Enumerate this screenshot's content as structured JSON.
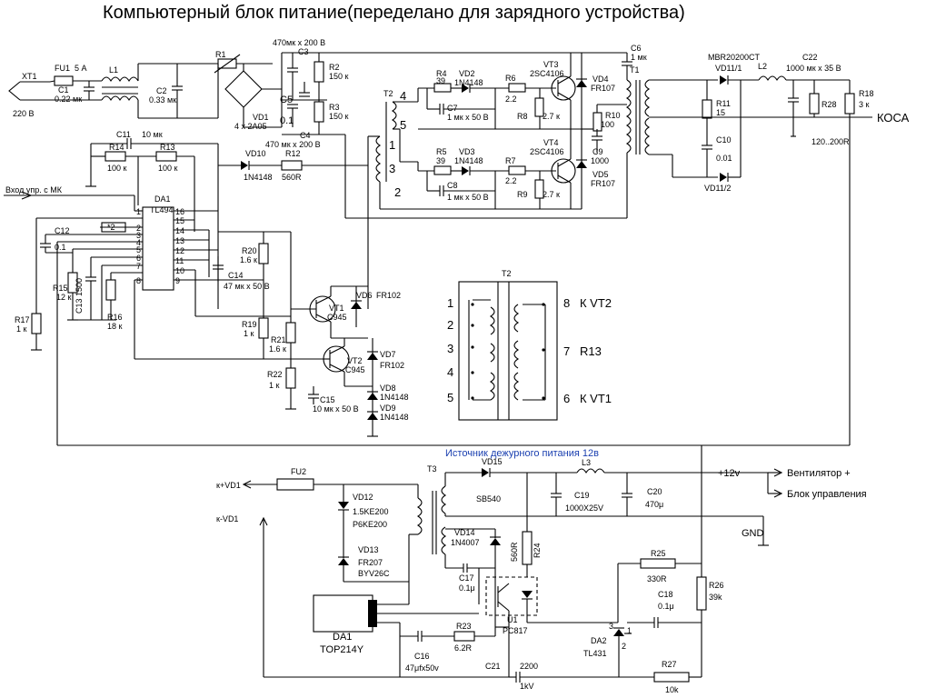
{
  "title": "Компьютерный блок питание(переделано для зарядного устройства)",
  "section_standby": "Источник дежурного питания 12в",
  "output_label": "КОСА",
  "input_label": "Вход упр. с МК",
  "rail_12v": "+12v",
  "fan_label": "Вентилятор +",
  "control_label": "Блок управления",
  "gnd_label": "GND",
  "kvd1_plus": "к+VD1",
  "kvd1_minus": "к-VD1",
  "mains": "220 В",
  "labels": [
    {
      "id": "xt1",
      "text": "XT1"
    },
    {
      "id": "fu1",
      "text": "FU1"
    },
    {
      "id": "fu1v",
      "text": "5 А"
    },
    {
      "id": "c1",
      "text": "C1"
    },
    {
      "id": "c1v",
      "text": "0.22 мк"
    },
    {
      "id": "l1",
      "text": "L1"
    },
    {
      "id": "c2",
      "text": "C2"
    },
    {
      "id": "c2v",
      "text": "0.33 мк"
    },
    {
      "id": "r1",
      "text": "R1"
    },
    {
      "id": "vd1",
      "text": "VD1"
    },
    {
      "id": "vd1v",
      "text": "4 x 2A05"
    },
    {
      "id": "c3top",
      "text": "470мк x 200 В"
    },
    {
      "id": "c3",
      "text": "C3"
    },
    {
      "id": "c5",
      "text": "C5"
    },
    {
      "id": "c5v",
      "text": "0.1"
    },
    {
      "id": "c4",
      "text": "C4"
    },
    {
      "id": "c4v",
      "text": "470 мк x 200 В"
    },
    {
      "id": "r2",
      "text": "R2"
    },
    {
      "id": "r2v",
      "text": "150 к"
    },
    {
      "id": "r3",
      "text": "R3"
    },
    {
      "id": "r3v",
      "text": "150 к"
    },
    {
      "id": "t2",
      "text": "T2"
    },
    {
      "id": "r4",
      "text": "R4"
    },
    {
      "id": "r4v",
      "text": "39"
    },
    {
      "id": "vd2",
      "text": "VD2"
    },
    {
      "id": "vd2v",
      "text": "1N4148"
    },
    {
      "id": "c7",
      "text": "C7"
    },
    {
      "id": "c7v",
      "text": "1 мк x 50 В"
    },
    {
      "id": "r6",
      "text": "R6"
    },
    {
      "id": "r6v",
      "text": "2.2"
    },
    {
      "id": "r8",
      "text": "R8"
    },
    {
      "id": "r8v",
      "text": "2.7 к"
    },
    {
      "id": "vt3",
      "text": "VT3"
    },
    {
      "id": "vt3v",
      "text": "2SC4106"
    },
    {
      "id": "vd4",
      "text": "VD4"
    },
    {
      "id": "vd4v",
      "text": "FR107"
    },
    {
      "id": "r5",
      "text": "R5"
    },
    {
      "id": "r5v",
      "text": "39"
    },
    {
      "id": "vd3",
      "text": "VD3"
    },
    {
      "id": "vd3v",
      "text": "1N4148"
    },
    {
      "id": "c8",
      "text": "C8"
    },
    {
      "id": "c8v",
      "text": "1 мк x 50 В"
    },
    {
      "id": "r7",
      "text": "R7"
    },
    {
      "id": "r7v",
      "text": "2.2"
    },
    {
      "id": "r9",
      "text": "R9"
    },
    {
      "id": "r9v",
      "text": "2.7 к"
    },
    {
      "id": "vt4",
      "text": "VT4"
    },
    {
      "id": "vt4v",
      "text": "2SC4106"
    },
    {
      "id": "vd5",
      "text": "VD5"
    },
    {
      "id": "vd5v",
      "text": "FR107"
    },
    {
      "id": "c6",
      "text": "C6"
    },
    {
      "id": "c6v",
      "text": "1 мк"
    },
    {
      "id": "t1",
      "text": "T1"
    },
    {
      "id": "r10",
      "text": "R10"
    },
    {
      "id": "r10v",
      "text": "100"
    },
    {
      "id": "c9",
      "text": "C9"
    },
    {
      "id": "c9v",
      "text": "1000"
    },
    {
      "id": "vd11top",
      "text": "MBR20200CT"
    },
    {
      "id": "vd11",
      "text": "VD11/1"
    },
    {
      "id": "vd11b",
      "text": "VD11/2"
    },
    {
      "id": "r11",
      "text": "R11"
    },
    {
      "id": "r11v",
      "text": "15"
    },
    {
      "id": "c10",
      "text": "C10"
    },
    {
      "id": "c10v",
      "text": "0.01"
    },
    {
      "id": "l2",
      "text": "L2"
    },
    {
      "id": "c22",
      "text": "C22"
    },
    {
      "id": "c22v",
      "text": "1000 мк x 35 В"
    },
    {
      "id": "r28",
      "text": "R28"
    },
    {
      "id": "r18",
      "text": "R18"
    },
    {
      "id": "r18v",
      "text": "3 к"
    },
    {
      "id": "r28v",
      "text": "120..200R"
    },
    {
      "id": "c11",
      "text": "C11"
    },
    {
      "id": "c11v",
      "text": "10 мк"
    },
    {
      "id": "r14",
      "text": "R14"
    },
    {
      "id": "r14v",
      "text": "100 к"
    },
    {
      "id": "r13",
      "text": "R13"
    },
    {
      "id": "r13v",
      "text": "100 к"
    },
    {
      "id": "vd10",
      "text": "VD10"
    },
    {
      "id": "vd10v",
      "text": "1N4148"
    },
    {
      "id": "r12",
      "text": "R12"
    },
    {
      "id": "r12v",
      "text": "560R"
    },
    {
      "id": "da1",
      "text": "DA1"
    },
    {
      "id": "da1v",
      "text": "TL494"
    },
    {
      "id": "c12",
      "text": "C12"
    },
    {
      "id": "c12v",
      "text": "0.1"
    },
    {
      "id": "star2",
      "text": "*2"
    },
    {
      "id": "r15",
      "text": "R15"
    },
    {
      "id": "r15v",
      "text": "12 к"
    },
    {
      "id": "c13",
      "text": "C13 1500"
    },
    {
      "id": "r16",
      "text": "R16"
    },
    {
      "id": "r16v",
      "text": "18 к"
    },
    {
      "id": "r17",
      "text": "R17"
    },
    {
      "id": "r17v",
      "text": "1 к"
    },
    {
      "id": "r20",
      "text": "R20"
    },
    {
      "id": "r20v",
      "text": "1.6 к"
    },
    {
      "id": "c14",
      "text": "C14"
    },
    {
      "id": "c14v",
      "text": "47 мк x 50 В"
    },
    {
      "id": "vt1",
      "text": "VT1"
    },
    {
      "id": "vt1v",
      "text": "C945"
    },
    {
      "id": "vd6",
      "text": "VD6"
    },
    {
      "id": "vd6v",
      "text": "FR102"
    },
    {
      "id": "r19",
      "text": "R19"
    },
    {
      "id": "r19v",
      "text": "1 к"
    },
    {
      "id": "r21",
      "text": "R21"
    },
    {
      "id": "r21v",
      "text": "1.6 к"
    },
    {
      "id": "vt2",
      "text": "VT2"
    },
    {
      "id": "vt2v",
      "text": "C945"
    },
    {
      "id": "vd7",
      "text": "VD7"
    },
    {
      "id": "vd7v",
      "text": "FR102"
    },
    {
      "id": "r22",
      "text": "R22"
    },
    {
      "id": "r22v",
      "text": "1 к"
    },
    {
      "id": "vd8",
      "text": "VD8"
    },
    {
      "id": "vd8v",
      "text": "1N4148"
    },
    {
      "id": "vd9",
      "text": "VD9"
    },
    {
      "id": "vd9v",
      "text": "1N4148"
    },
    {
      "id": "c15",
      "text": "C15"
    },
    {
      "id": "c15v",
      "text": "10 мк x 50 В"
    },
    {
      "id": "fu2",
      "text": "FU2"
    },
    {
      "id": "vd12",
      "text": "VD12"
    },
    {
      "id": "vd12a",
      "text": "1.5KE200"
    },
    {
      "id": "vd12b",
      "text": "P6KE200"
    },
    {
      "id": "vd13",
      "text": "VD13"
    },
    {
      "id": "vd13a",
      "text": "FR207"
    },
    {
      "id": "vd13b",
      "text": "BYV26C"
    },
    {
      "id": "t3",
      "text": "T3"
    },
    {
      "id": "vd15",
      "text": "VD15"
    },
    {
      "id": "vd15v",
      "text": "SB540"
    },
    {
      "id": "l3",
      "text": "L3"
    },
    {
      "id": "c19",
      "text": "C19"
    },
    {
      "id": "c19v",
      "text": "1000X25V"
    },
    {
      "id": "c20",
      "text": "C20"
    },
    {
      "id": "c20v",
      "text": "470μ"
    },
    {
      "id": "vd14",
      "text": "VD14"
    },
    {
      "id": "vd14v",
      "text": "1N4007"
    },
    {
      "id": "r24",
      "text": "R24"
    },
    {
      "id": "r24v",
      "text": "560R"
    },
    {
      "id": "c17",
      "text": "C17"
    },
    {
      "id": "c17v",
      "text": "0.1μ"
    },
    {
      "id": "r25",
      "text": "R25"
    },
    {
      "id": "r25v",
      "text": "330R"
    },
    {
      "id": "r26",
      "text": "R26"
    },
    {
      "id": "r26v",
      "text": "39k"
    },
    {
      "id": "c18",
      "text": "C18"
    },
    {
      "id": "c18v",
      "text": "0.1μ"
    },
    {
      "id": "u1",
      "text": "U1"
    },
    {
      "id": "u1v",
      "text": "PC817"
    },
    {
      "id": "da1b",
      "text": "DA1"
    },
    {
      "id": "da1bv",
      "text": "TOP214Y"
    },
    {
      "id": "c16",
      "text": "C16"
    },
    {
      "id": "c16v",
      "text": "47μfx50v"
    },
    {
      "id": "r23",
      "text": "R23"
    },
    {
      "id": "r23v",
      "text": "6.2R"
    },
    {
      "id": "da2",
      "text": "DA2"
    },
    {
      "id": "da2v",
      "text": "TL431"
    },
    {
      "id": "c21",
      "text": "C21"
    },
    {
      "id": "c21v",
      "text": "2200"
    },
    {
      "id": "c21kv",
      "text": "1kV"
    },
    {
      "id": "r27",
      "text": "R27"
    },
    {
      "id": "r27v",
      "text": "10k"
    },
    {
      "id": "p3",
      "text": "3"
    },
    {
      "id": "p1",
      "text": "1"
    },
    {
      "id": "p2",
      "text": "2"
    }
  ],
  "tl494_pins_left": [
    "1",
    "2",
    "3",
    "4",
    "5",
    "6",
    "7",
    "8"
  ],
  "tl494_pins_right": [
    "16",
    "15",
    "14",
    "13",
    "12",
    "11",
    "10",
    "9"
  ],
  "t2_pins_top": [
    "4",
    "5",
    "1",
    "3",
    "2"
  ],
  "t2_detail": {
    "title": "T2",
    "left_pins": [
      "1",
      "2",
      "3",
      "4",
      "5"
    ],
    "right_pins": [
      "8",
      "7",
      "6"
    ],
    "right_labels": [
      "К VT2",
      "R13",
      "К VT1"
    ]
  }
}
